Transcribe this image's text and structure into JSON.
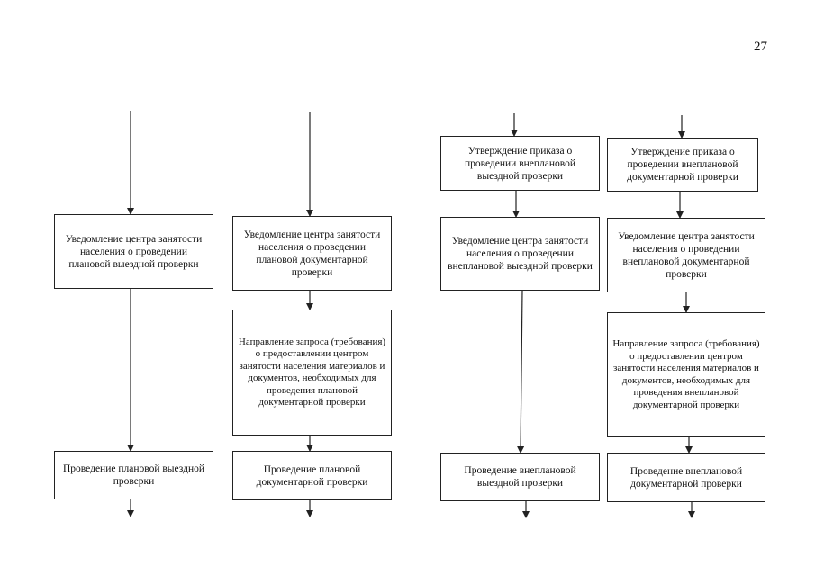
{
  "page_number": "27",
  "columns": [
    {
      "id": "planned-field",
      "steps": [
        "Уведомление центра занятости населения о проведении плановой выездной проверки",
        "Проведение плановой выездной проверки"
      ]
    },
    {
      "id": "planned-documentary",
      "steps": [
        "Уведомление центра занятости населения о проведении плановой документарной проверки",
        "Направление запроса (требования) о предоставлении центром занятости населения материалов и документов, необходимых для проведения плановой документарной проверки",
        "Проведение плановой документарной проверки"
      ]
    },
    {
      "id": "unplanned-field",
      "steps": [
        "Утверждение приказа о проведении внеплановой выездной проверки",
        "Уведомление центра занятости населения о проведении внеплановой выездной проверки",
        "Проведение внеплановой выездной проверки"
      ]
    },
    {
      "id": "unplanned-documentary",
      "steps": [
        "Утверждение приказа о проведении внеплановой документарной проверки",
        "Уведомление центра занятости населения о проведении внеплановой документарной проверки",
        "Направление запроса (требования) о предоставлении центром занятости населения материалов и документов, необходимых для проведения внеплановой документарной проверки",
        "Проведение внеплановой документарной проверки"
      ]
    }
  ]
}
